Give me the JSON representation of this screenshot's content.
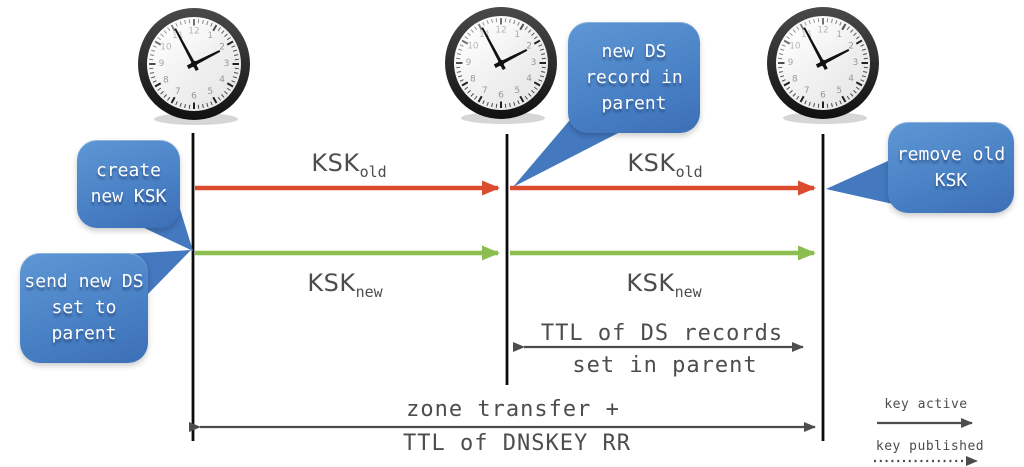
{
  "colors": {
    "ksk_old_arrow": "#db4b2e",
    "ksk_new_arrow": "#8cbd4f",
    "callout_top": "#5e97d4",
    "callout_bottom": "#3c6fb6",
    "callout_tail": "#4478bf",
    "timeline_line": "#0c0c0c",
    "measure": "#4d4d4d"
  },
  "icons": {
    "clock": "analog wall clock showing about 1:55"
  },
  "callouts": [
    {
      "id": "create-new-ksk",
      "lines": [
        "create",
        "new KSK"
      ]
    },
    {
      "id": "send-new-ds",
      "lines": [
        "send new DS",
        "set to",
        "parent"
      ]
    },
    {
      "id": "new-ds-record",
      "lines": [
        "new DS",
        "record in",
        "parent"
      ]
    },
    {
      "id": "remove-old-ksk",
      "lines": [
        "remove old",
        "KSK"
      ]
    }
  ],
  "key_labels": [
    {
      "base": "KSK",
      "sub": "old"
    },
    {
      "base": "KSK",
      "sub": "old"
    },
    {
      "base": "KSK",
      "sub": "new"
    },
    {
      "base": "KSK",
      "sub": "new"
    }
  ],
  "measures": [
    {
      "lines": [
        "TTL of DS records",
        "set in parent"
      ]
    },
    {
      "lines": [
        "zone transfer +",
        "TTL of DNSKEY RR"
      ]
    }
  ],
  "legend": [
    {
      "label": "key active",
      "style": "solid"
    },
    {
      "label": "key published",
      "style": "dotted"
    }
  ]
}
